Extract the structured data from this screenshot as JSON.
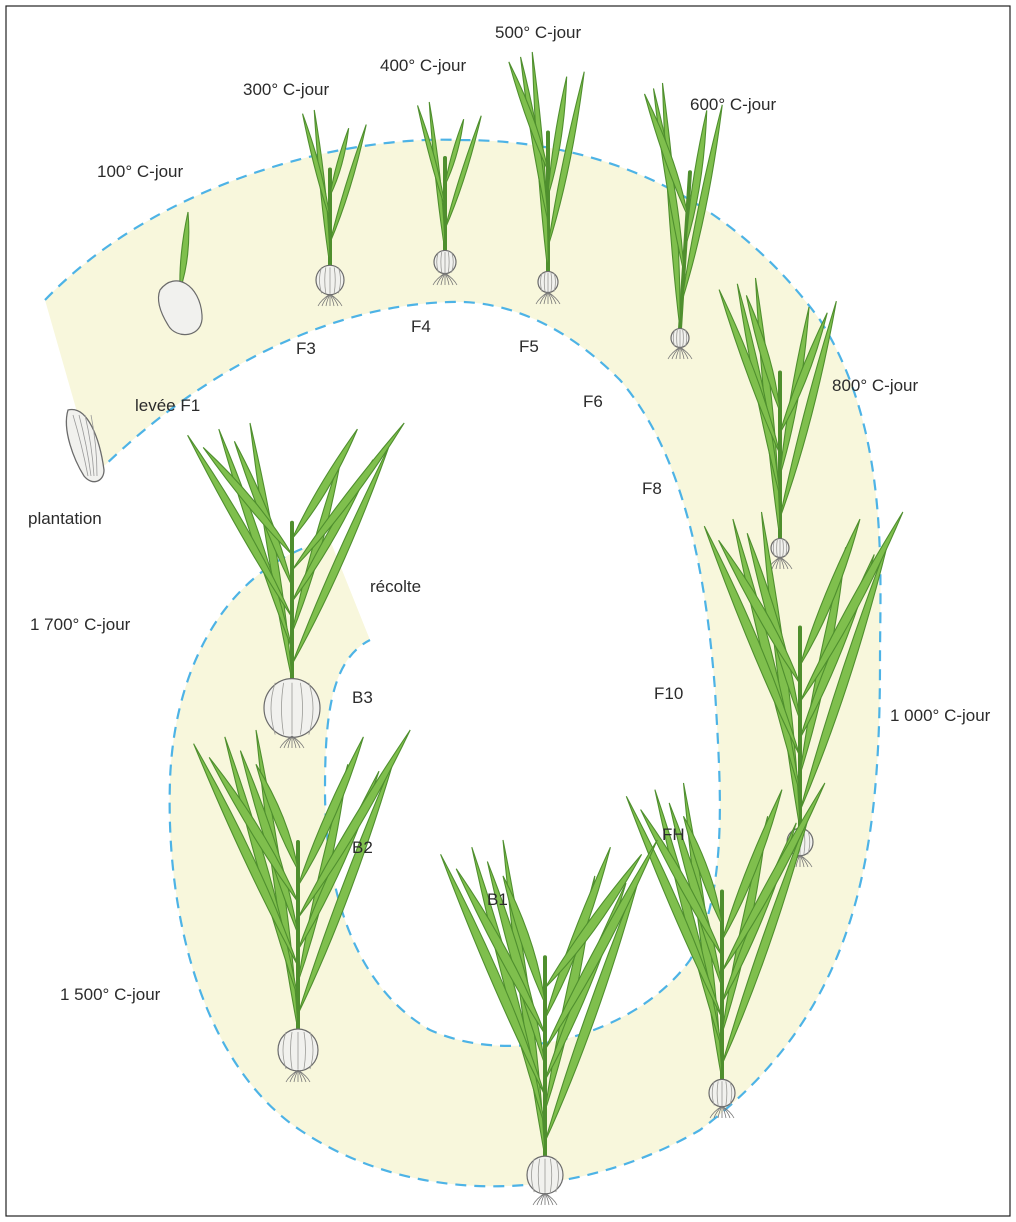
{
  "diagram": {
    "colors": {
      "band_fill": "#f8f7dc",
      "dash": "#4db3e6",
      "leaf": "#7fbf4d",
      "leaf_dark": "#4f8f2e",
      "bulb": "#f1f1ee",
      "bulb_stroke": "#6b6b6b",
      "frame": "#222222"
    },
    "thermal_labels": [
      {
        "id": "t100",
        "text": "100° C-jour"
      },
      {
        "id": "t300",
        "text": "300° C-jour"
      },
      {
        "id": "t400",
        "text": "400° C-jour"
      },
      {
        "id": "t500",
        "text": "500° C-jour"
      },
      {
        "id": "t600",
        "text": "600° C-jour"
      },
      {
        "id": "t800",
        "text": "800° C-jour"
      },
      {
        "id": "t1000",
        "text": "1 000° C-jour"
      },
      {
        "id": "t1500",
        "text": "1 500° C-jour"
      },
      {
        "id": "t1700",
        "text": "1 700° C-jour"
      }
    ],
    "stage_labels": [
      {
        "id": "plantation",
        "text": "plantation"
      },
      {
        "id": "levee",
        "text": "levée F1"
      },
      {
        "id": "f3",
        "text": "F3"
      },
      {
        "id": "f4",
        "text": "F4"
      },
      {
        "id": "f5",
        "text": "F5"
      },
      {
        "id": "f6",
        "text": "F6"
      },
      {
        "id": "f8",
        "text": "F8"
      },
      {
        "id": "f10",
        "text": "F10"
      },
      {
        "id": "fh",
        "text": "FH"
      },
      {
        "id": "b1",
        "text": "B1"
      },
      {
        "id": "b2",
        "text": "B2"
      },
      {
        "id": "b3",
        "text": "B3"
      },
      {
        "id": "recolte",
        "text": "récolte"
      }
    ]
  }
}
